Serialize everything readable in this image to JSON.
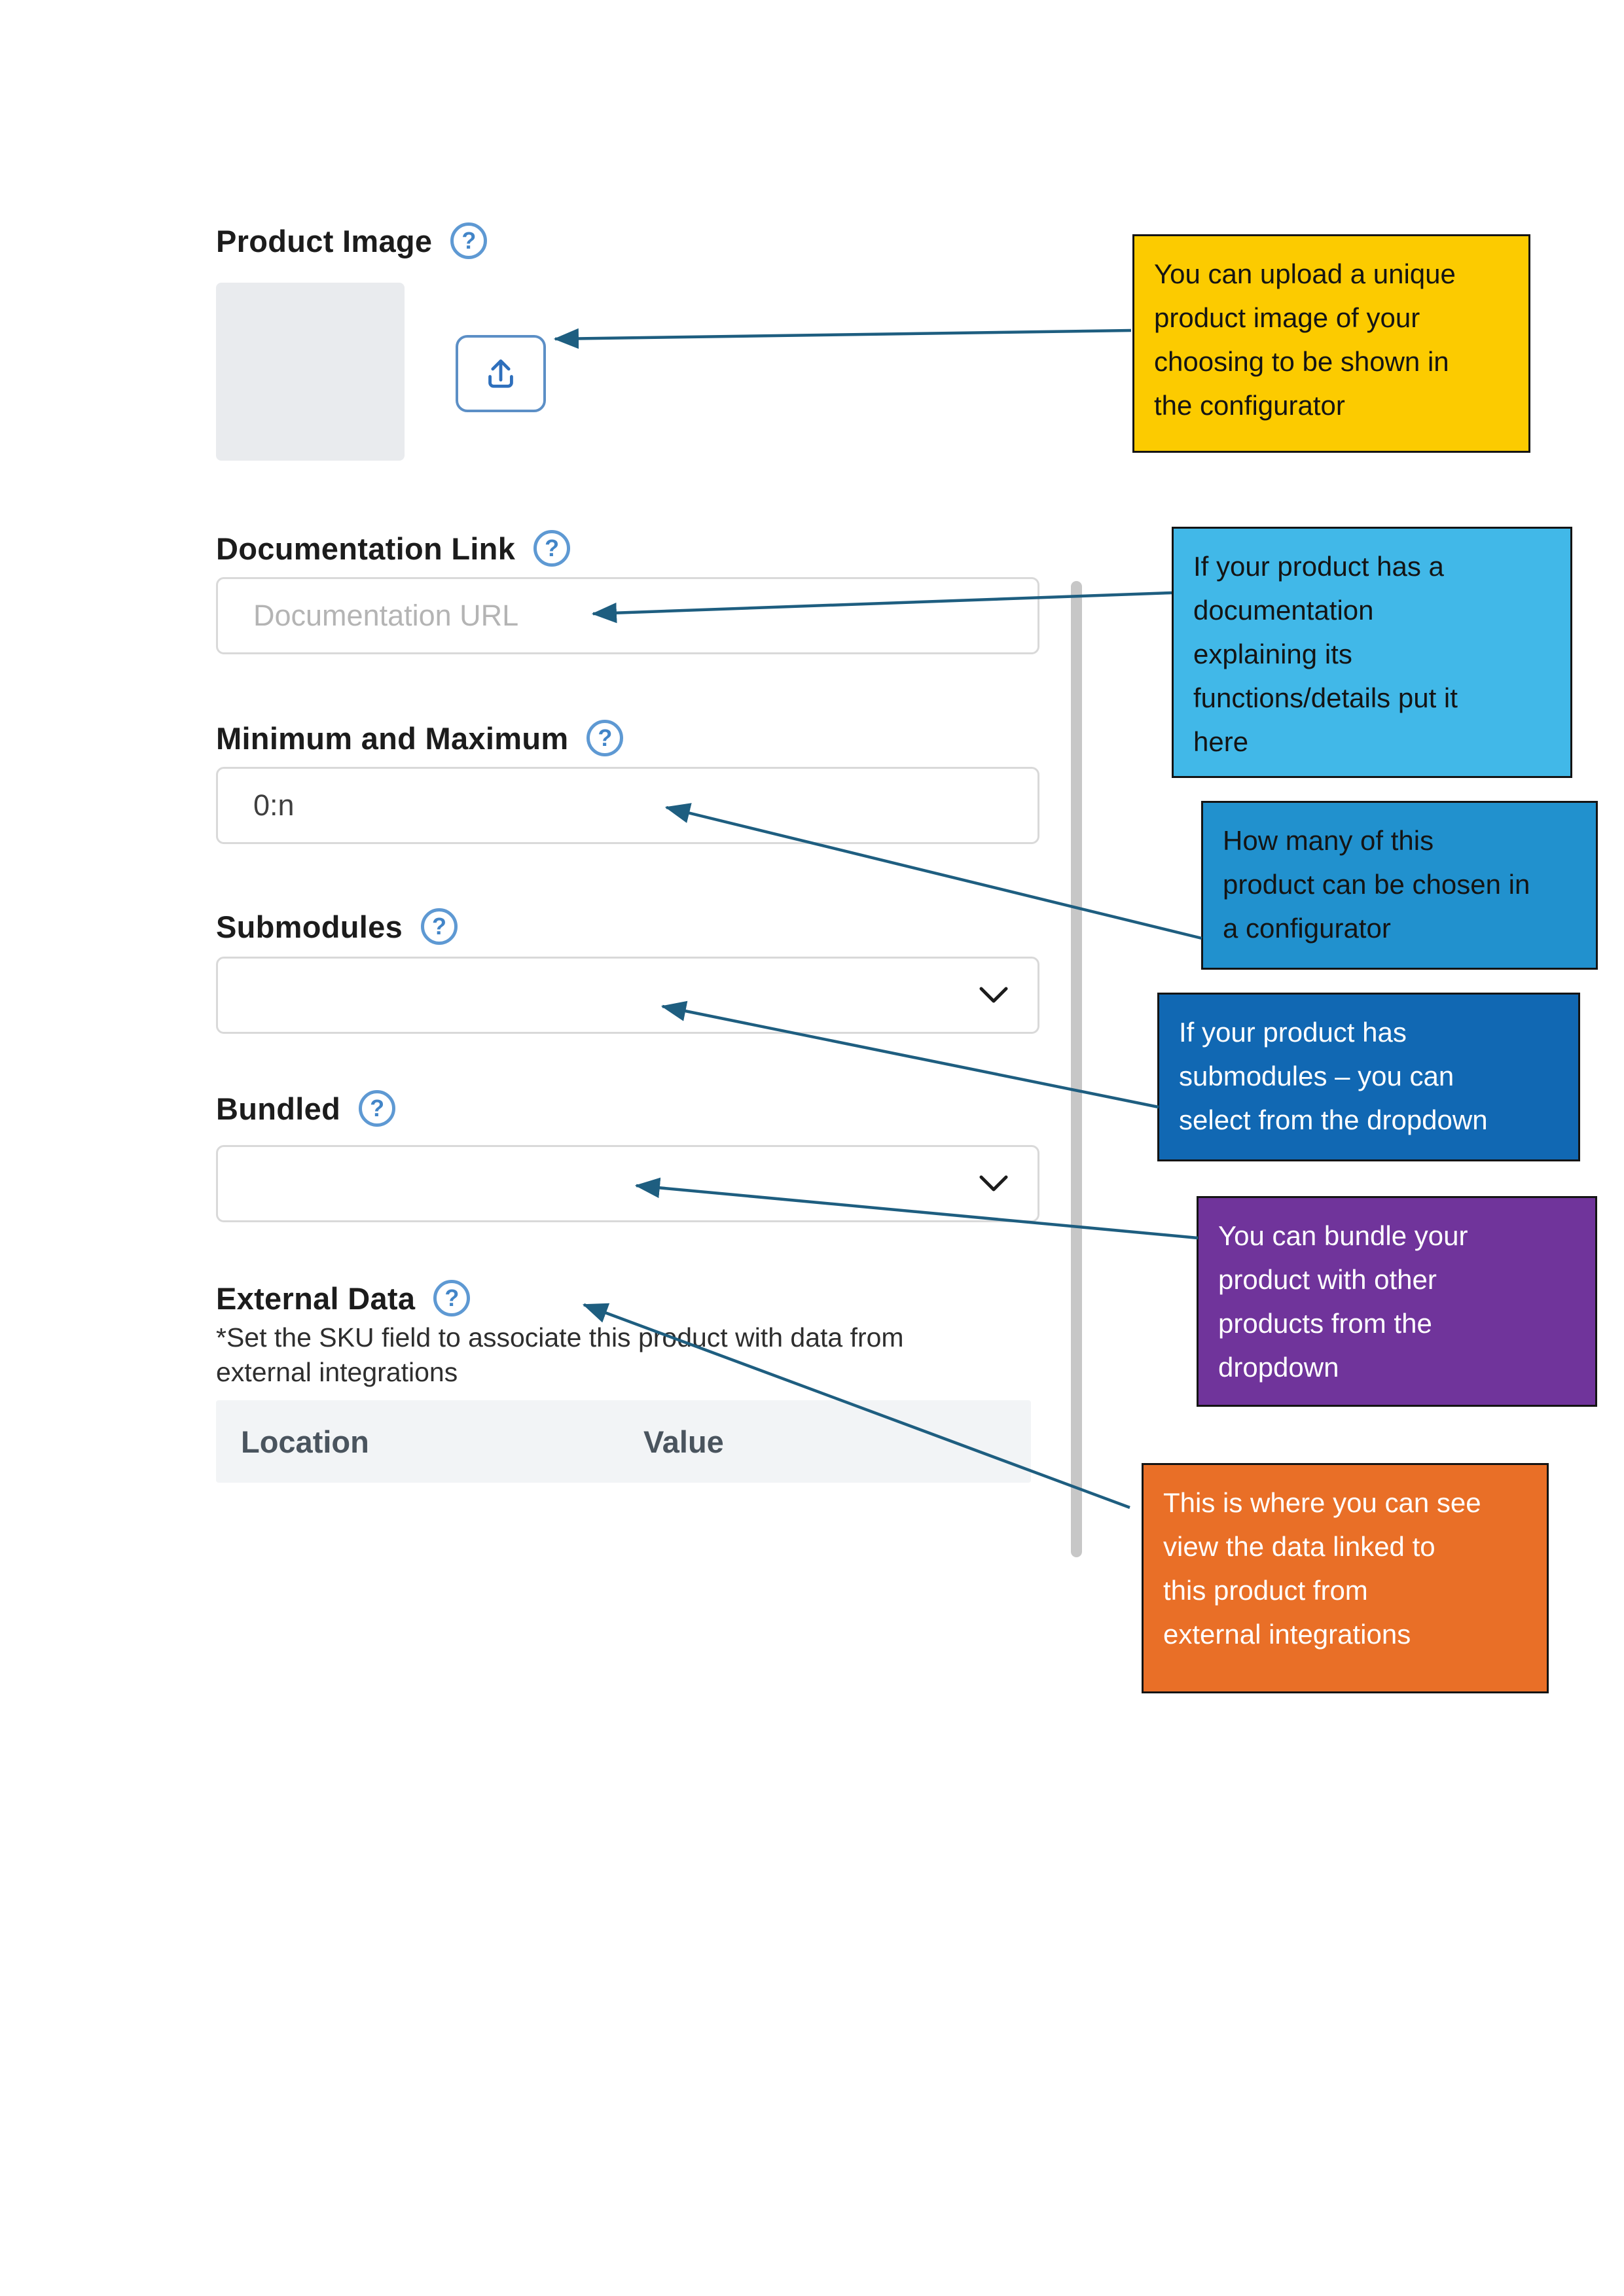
{
  "icons": {
    "help": "?"
  },
  "colors": {
    "arrow": "#1E5E80",
    "scrollbar": "#C7C7C7",
    "table_header_bg": "#F2F4F6",
    "input_border": "#D9D9D9"
  },
  "form": {
    "product_image": {
      "label": "Product Image"
    },
    "documentation_link": {
      "label": "Documentation Link",
      "placeholder": "Documentation URL"
    },
    "min_max": {
      "label": "Minimum and Maximum",
      "value": "0:n"
    },
    "submodules": {
      "label": "Submodules",
      "selected": ""
    },
    "bundled": {
      "label": "Bundled",
      "selected": ""
    },
    "external_data": {
      "label": "External Data",
      "note_lines": [
        "*Set the SKU field to associate this product with data from",
        "external integrations"
      ],
      "table_headers": [
        "Location",
        "Value"
      ]
    }
  },
  "callouts": [
    {
      "name": "upload-callout",
      "bg": "#FCCB00",
      "text_color": "#141414",
      "lines": [
        "You can upload a unique",
        "product image of your",
        "choosing to be shown in",
        "the configurator"
      ]
    },
    {
      "name": "documentation-callout",
      "bg": "#41B8E8",
      "text_color": "#141414",
      "lines": [
        "If your product has a",
        "documentation",
        "explaining its",
        "functions/details put it",
        "here"
      ]
    },
    {
      "name": "minmax-callout",
      "bg": "#2191CE",
      "text_color": "#141414",
      "lines": [
        "How many of this",
        "product can be chosen in",
        "a configurator"
      ]
    },
    {
      "name": "submodules-callout",
      "bg": "#1168B3",
      "text_color": "#FFFFFF",
      "lines": [
        "If your product has",
        "submodules – you can",
        "select from the dropdown"
      ]
    },
    {
      "name": "bundled-callout",
      "bg": "#70349B",
      "text_color": "#FFFFFF",
      "lines": [
        "You can bundle your",
        "product with other",
        "products from the",
        "dropdown"
      ]
    },
    {
      "name": "external-data-callout",
      "bg": "#E96F27",
      "text_color": "#FFFFFF",
      "lines": [
        "This is where you can see",
        "view the data linked to",
        "this product from",
        "external integrations"
      ]
    }
  ]
}
